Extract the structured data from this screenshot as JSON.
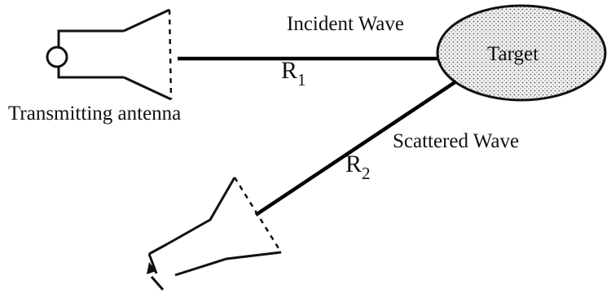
{
  "labels": {
    "incident": "Incident Wave",
    "scattered": "Scattered Wave",
    "target": "Target",
    "transmitting": "Transmitting antenna",
    "r1_main": "R",
    "r1_sub": "1",
    "r2_main": "R",
    "r2_sub": "2"
  },
  "colors": {
    "line": "#000000",
    "target_fill": "#d9d9d9",
    "text": "#111111"
  }
}
